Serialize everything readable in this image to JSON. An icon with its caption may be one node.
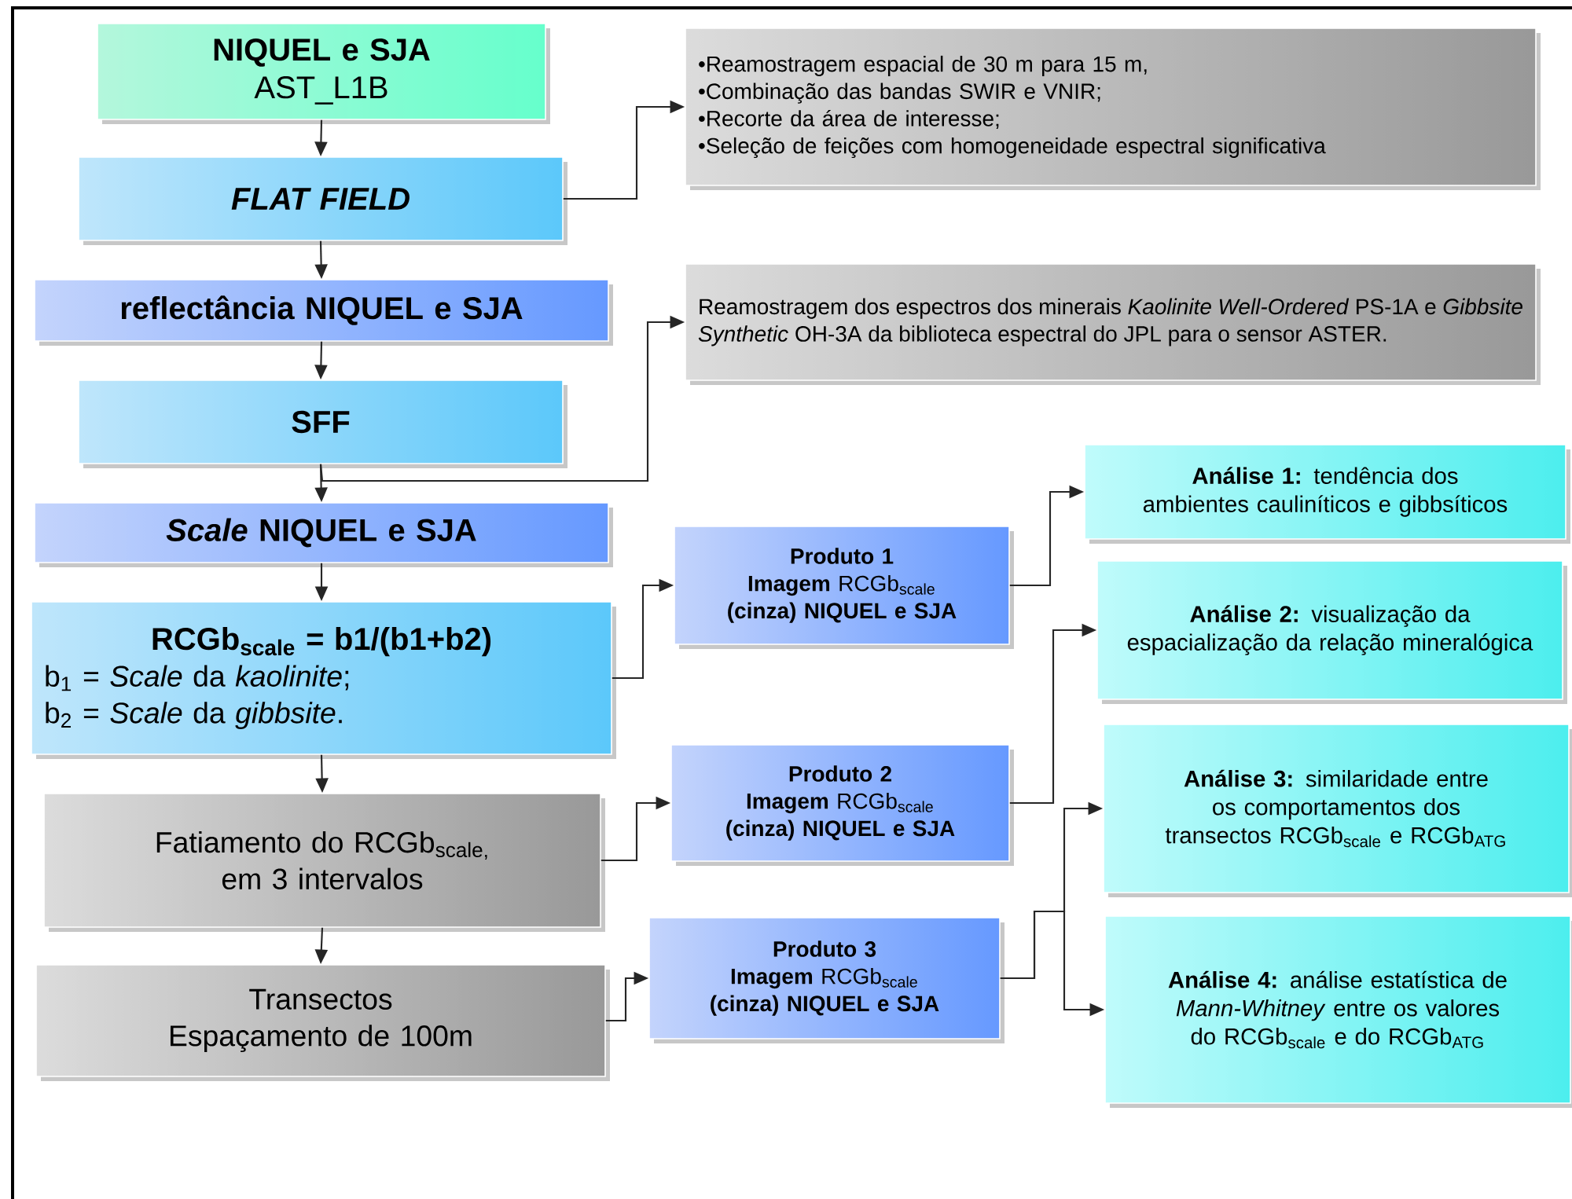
{
  "diagram": {
    "nodes": [
      {
        "text": [
          "NIQUEL e SJA",
          "AST_L1B"
        ]
      },
      {
        "text": [
          "FLAT FIELD"
        ]
      },
      {
        "text": [
          "reflectância NIQUEL e SJA"
        ]
      },
      {
        "text": [
          "SFF"
        ]
      },
      {
        "text": [
          "*Scale* NIQUEL e SJA"
        ]
      },
      {
        "text": [
          "RCGb$_{scale}$ = b1/(b1+b2)",
          "b$_{1}$ = *Scale* da *kaolinite*;",
          "b$_{2}$ = *Scale* da *gibbsite*."
        ]
      },
      {
        "text": [
          "Fatiamento do RCGb$_{scale,}$ em 3 intervalos"
        ]
      },
      {
        "text": [
          "Transectos",
          "Espaçamento de 100m"
        ]
      },
      {
        "text": [
          "•Reamostragem espacial de 30 m para 15 m,",
          "•Combinação das bandas SWIR e VNIR;",
          "•Recorte da área de interesse;",
          "•Seleção de feições com homogeneidade espectral significativa"
        ]
      },
      {
        "text": [
          "Reamostragem dos espectros dos minerais *Kaolinite Well-Ordered* PS-1A e *Gibbsite Synthetic* OH-3A da biblioteca espectral do JPL para o sensor ASTER."
        ]
      },
      {
        "text": [
          "Produto 1",
          "**Imagem** RCGb$_{scale}$ **(cinza) NIQUEL e SJA**"
        ]
      },
      {
        "text": [
          "Produto 2",
          "**Imagem** RCGb$_{scale}$ **(cinza) NIQUEL e SJA**"
        ]
      },
      {
        "text": [
          "Produto 3",
          "**Imagem** RCGb$_{scale}$ **(cinza) NIQUEL e SJA**"
        ]
      },
      {
        "text": [
          "**Análise 1:** tendência dos ambientes cauliníticos e gibbsíticos"
        ]
      },
      {
        "text": [
          "**Análise 2:** visualização da espacialização da relação mineralógica"
        ]
      },
      {
        "text": [
          "**Análise 3:** similaridade entre os comportamentos dos transectos RCGb$_{scale}$ e RCGb$_{ATG}$"
        ]
      },
      {
        "text": [
          "**Análise 4:** análise estatística de *Mann-Whitney* entre os valores do RCGb$_{scale}$ e do RCGb$_{ATG}$"
        ]
      }
    ],
    "edges": [
      {
        "from": 0,
        "to": 1,
        "arrow": "to"
      },
      {
        "from": 1,
        "to": 2,
        "arrow": "to"
      },
      {
        "from": 2,
        "to": 3,
        "arrow": "to"
      },
      {
        "from": 3,
        "to": 4,
        "arrow": "to"
      },
      {
        "from": 4,
        "to": 5,
        "arrow": "to"
      },
      {
        "from": 5,
        "to": 6,
        "arrow": "to"
      },
      {
        "from": 6,
        "to": 7,
        "arrow": "to"
      },
      {
        "from": 1,
        "to": 8,
        "arrow": "to"
      },
      {
        "from": 3,
        "to": 9,
        "arrow": "to"
      },
      {
        "from": 5,
        "to": 10,
        "arrow": "to"
      },
      {
        "from": 6,
        "to": 11,
        "arrow": "to"
      },
      {
        "from": 7,
        "to": 12,
        "arrow": "to"
      },
      {
        "from": 10,
        "to": 13,
        "arrow": "to"
      },
      {
        "from": 11,
        "to": 14,
        "arrow": "to"
      },
      {
        "from": 12,
        "to": 15,
        "arrow": "to"
      },
      {
        "from": 12,
        "to": 16,
        "arrow": "to"
      }
    ]
  }
}
